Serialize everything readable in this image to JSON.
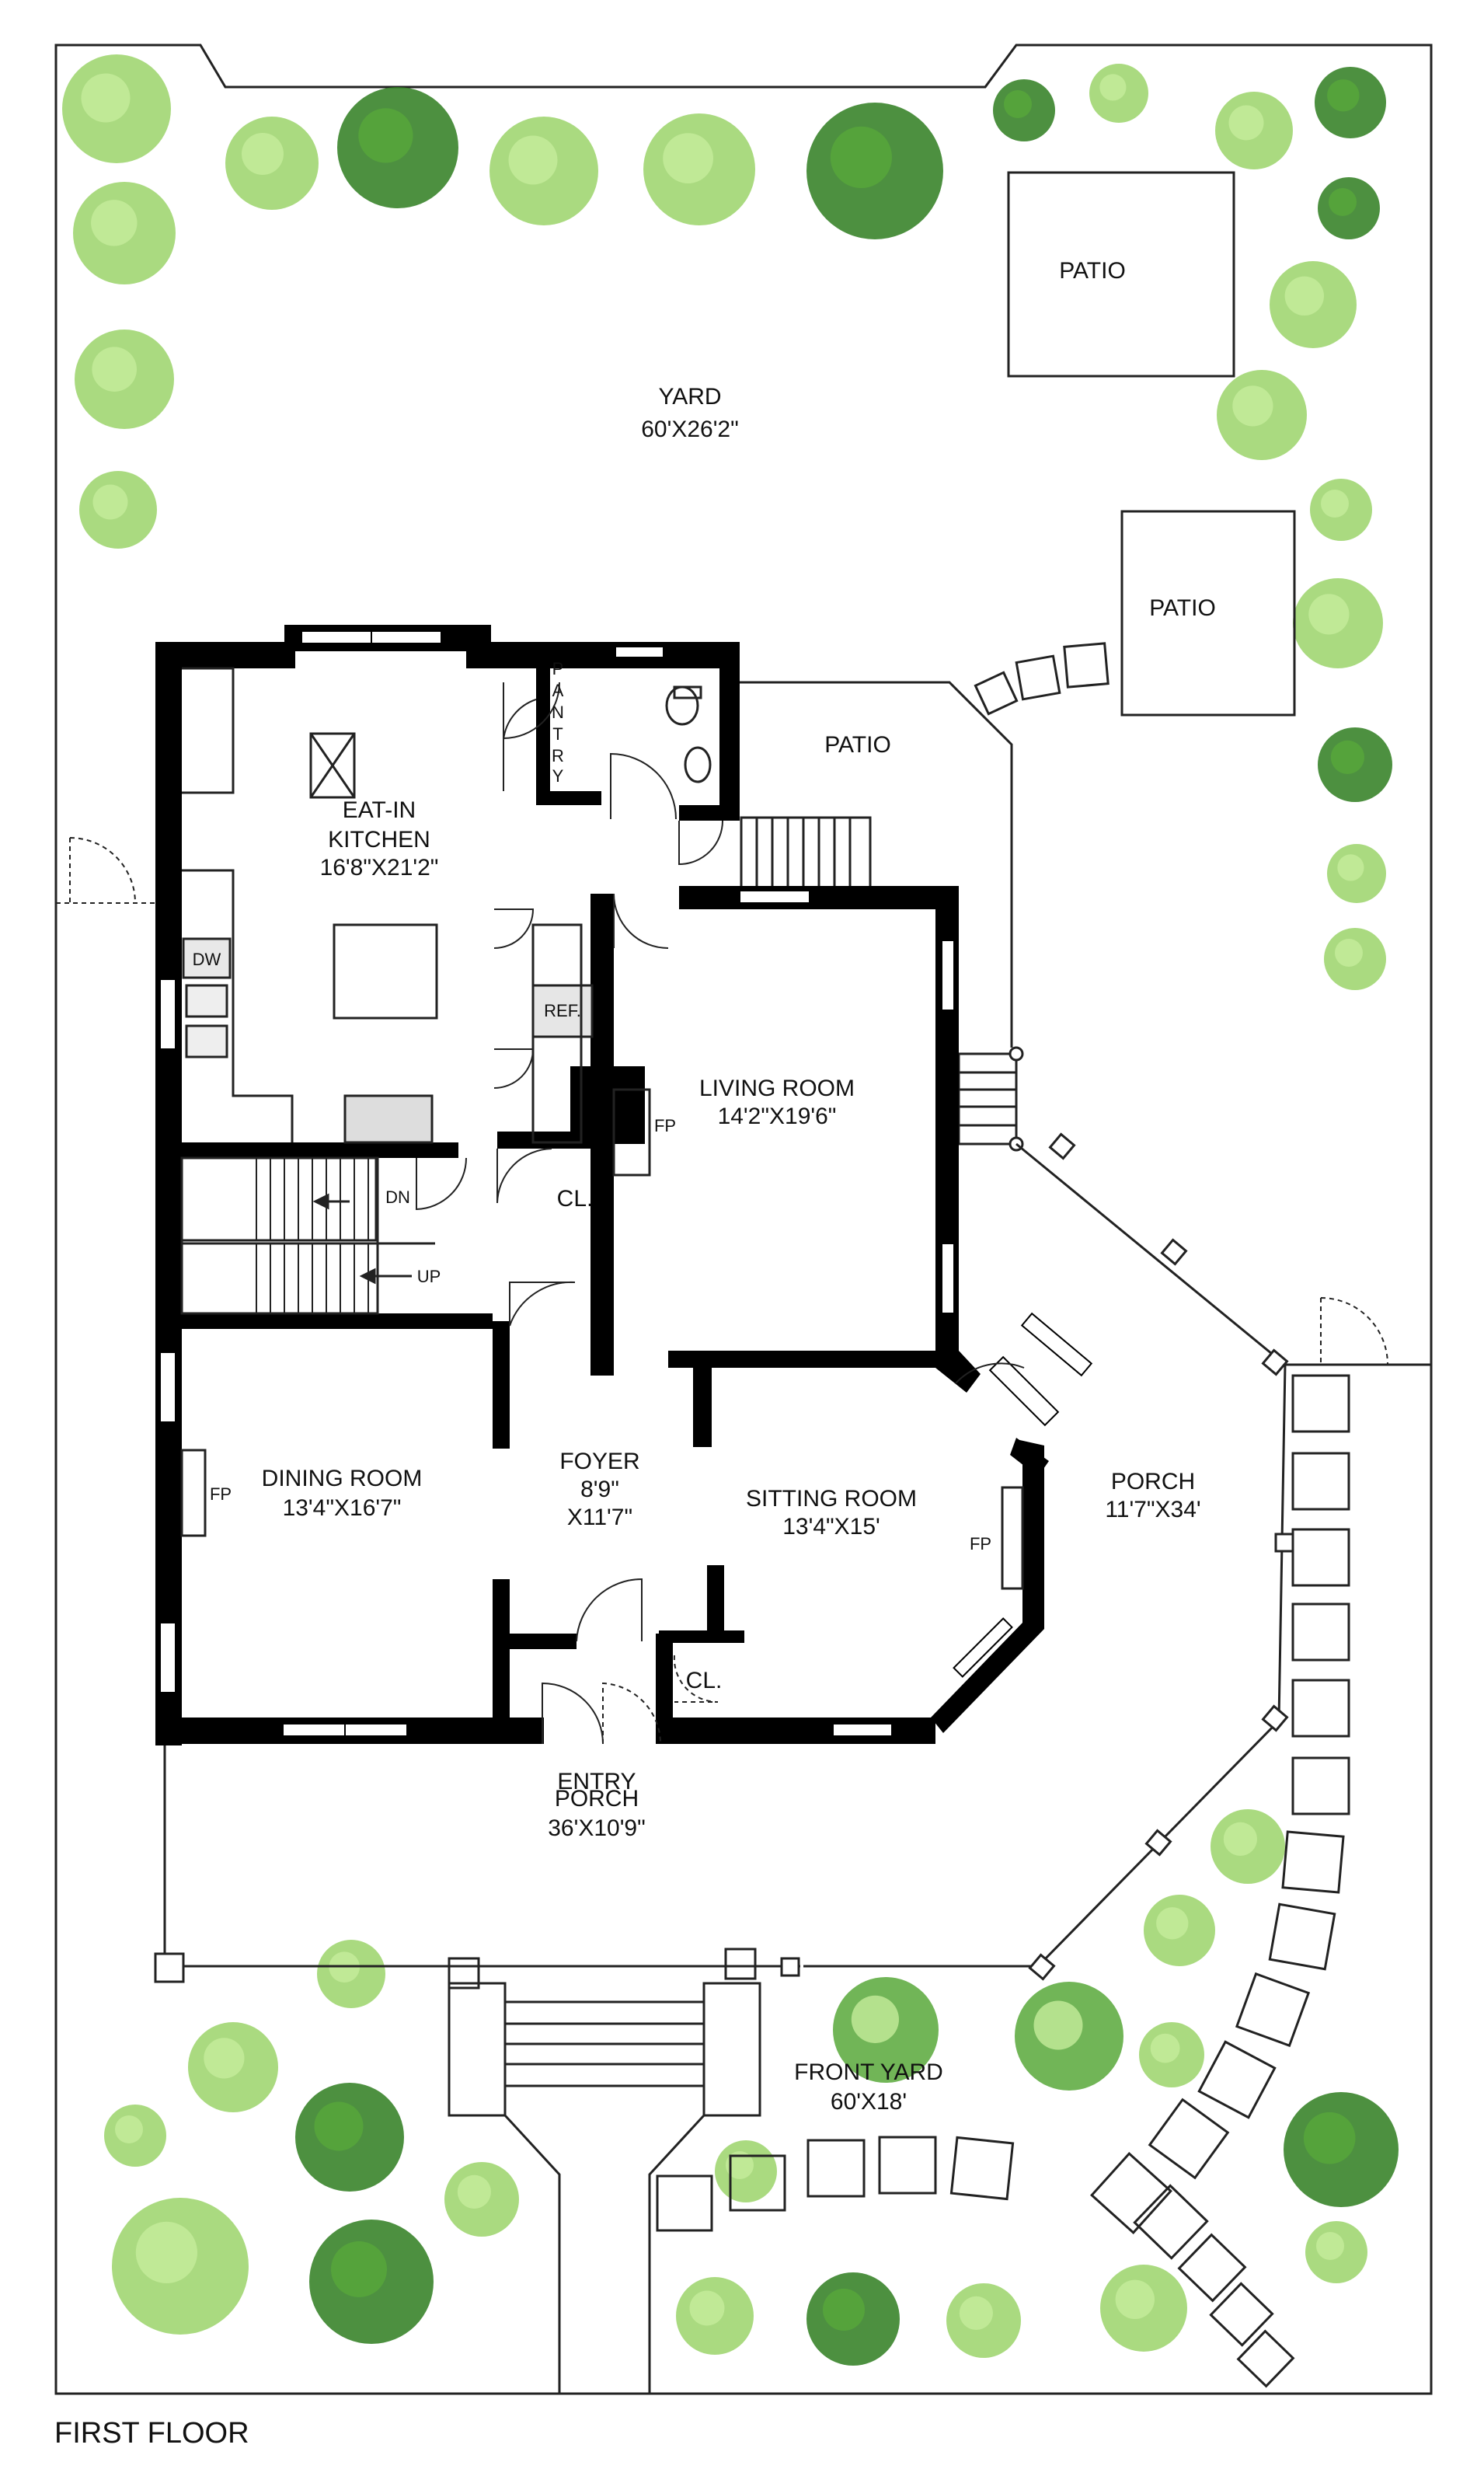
{
  "floor_title": "FIRST FLOOR",
  "rooms": {
    "yard": {
      "name": "YARD",
      "size": "60'X26'2\""
    },
    "patio_top": {
      "name": "PATIO"
    },
    "patio_right": {
      "name": "PATIO"
    },
    "patio_back": {
      "name": "PATIO"
    },
    "kitchen": {
      "name1": "EAT-IN",
      "name2": "KITCHEN",
      "size": "16'8\"X21'2\""
    },
    "pantry": {
      "letters": [
        "P",
        "A",
        "N",
        "T",
        "R",
        "Y"
      ]
    },
    "living": {
      "name": "LIVING ROOM",
      "size": "14'2\"X19'6\""
    },
    "dining": {
      "name": "DINING ROOM",
      "size": "13'4\"X16'7\""
    },
    "foyer": {
      "name": "FOYER",
      "size1": "8'9\"",
      "size2": "X11'7\""
    },
    "sitting": {
      "name": "SITTING ROOM",
      "size": "13'4\"X15'"
    },
    "porch_side": {
      "name": "PORCH",
      "size": "11'7\"X34'"
    },
    "entry": {
      "name": "ENTRY"
    },
    "porch_front": {
      "name": "PORCH",
      "size": "36'X10'9\""
    },
    "front_yard": {
      "name": "FRONT YARD",
      "size": "60'X18'"
    }
  },
  "fixtures": {
    "dw": "DW",
    "ref": "REF.",
    "fp": "FP",
    "closet": "CL.",
    "stairs_down": "DN",
    "stairs_up": "UP"
  },
  "colors": {
    "wall": "#000000",
    "line": "#222222",
    "tree_light": "#9bd36a",
    "tree_dark": "#2e7d1f",
    "tree_mid": "#58a83a"
  }
}
